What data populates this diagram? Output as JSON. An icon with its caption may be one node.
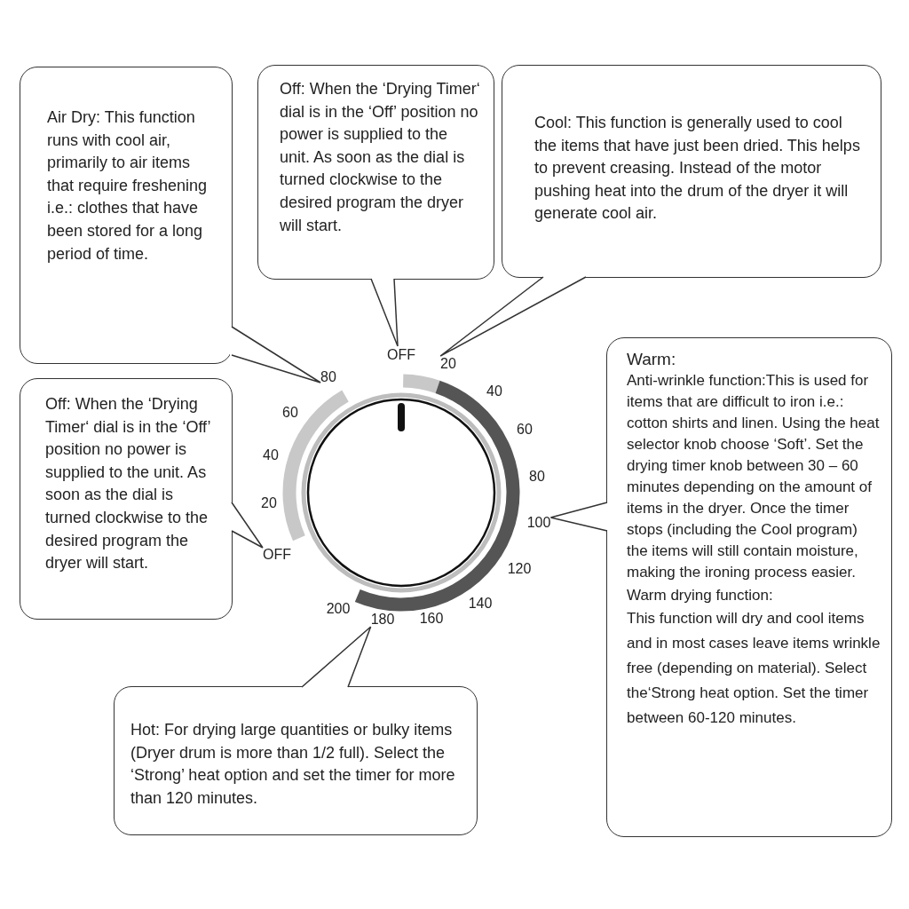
{
  "diagram": {
    "nodes": [
      {
        "text": [
          "Air Dry:   This function runs with cool air, primarily to air items that require freshening i.e.: clothes that have been stored for a long period of time."
        ]
      },
      {
        "text": [
          "Off:  When the ‘Drying Timer‘ dial is in the ‘Off’ position no power is supplied to the unit. As soon as the dial is turned clockwise to the desired program the dryer will start."
        ]
      },
      {
        "text": [
          "Cool: This function is generally used to cool the items that have just been dried. This helps to prevent creasing. Instead of the motor pushing heat into the drum of the dryer it will generate cool air."
        ]
      },
      {
        "text": [
          "Warm:",
          "Anti-wrinkle function:This is used for items that are difficult to iron i.e.: cotton shirts and linen. Using the heat selector knob choose ‘Soft’. Set the drying timer knob between 30 – 60 minutes depending on the amount of items in the dryer. Once the timer stops (including the Cool program) the items will still contain moisture, making the ironing process easier.",
          "Warm drying function:",
          "This function will dry and cool items and in most cases leave items wrinkle free (depending on material). Select the‘Strong heat option. Set the timer between 60-120 minutes."
        ]
      },
      {
        "text": [
          "Off:  When the ‘Drying Timer‘ dial is in the ‘Off’ position no power is supplied to the unit. As soon as the dial is turned clockwise to the desired program the dryer will start."
        ]
      },
      {
        "text": [
          "Hot:  For drying large quantities or bulky items (Dryer drum is more than 1/2 full). Select the ‘Strong’ heat option and set the timer for more than 120 minutes."
        ]
      },
      {
        "text": [
          "80"
        ]
      },
      {
        "text": [
          "OFF"
        ]
      },
      {
        "text": [
          "20"
        ]
      },
      {
        "text": [
          "100"
        ]
      },
      {
        "text": [
          "OFF"
        ]
      },
      {
        "text": [
          "180"
        ]
      }
    ],
    "edges": [
      {
        "from": 0,
        "to": 6,
        "arrow": "none"
      },
      {
        "from": 1,
        "to": 7,
        "arrow": "none"
      },
      {
        "from": 2,
        "to": 8,
        "arrow": "none"
      },
      {
        "from": 3,
        "to": 9,
        "arrow": "none"
      },
      {
        "from": 4,
        "to": 10,
        "arrow": "none"
      },
      {
        "from": 5,
        "to": 11,
        "arrow": "none"
      }
    ],
    "labels": [
      "40",
      "60",
      "60",
      "40",
      "80",
      "20",
      "120",
      "140",
      "200",
      "160"
    ]
  }
}
